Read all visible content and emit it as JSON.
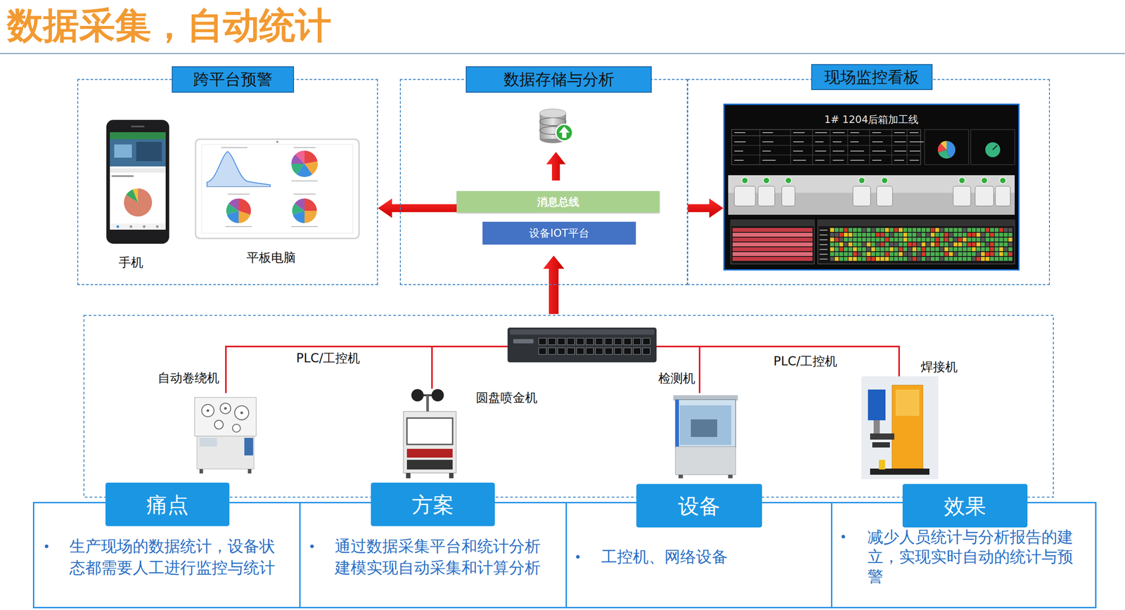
{
  "diagram": {
    "title": "数据采集，自动统计",
    "nodes": [
      {
        "text": [
          "跨平台预警"
        ]
      },
      {
        "text": [
          "手机"
        ],
        "in": 0
      },
      {
        "text": [
          "平板电脑"
        ],
        "in": 0
      },
      {
        "text": [
          "数据存储与分析"
        ]
      },
      {
        "text": [
          "消息总线"
        ],
        "in": 3
      },
      {
        "text": [
          "设备IOT平台"
        ],
        "in": 3
      },
      {
        "text": [
          "现场监控看板"
        ]
      },
      {
        "text": [
          "1# 1204后箱加工线"
        ],
        "in": 6
      },
      {
        "text": [
          "自动卷绕机"
        ]
      },
      {
        "text": [
          "圆盘喷金机"
        ]
      },
      {
        "text": [
          "检测机"
        ]
      },
      {
        "text": [
          "焊接机"
        ]
      },
      {
        "text": [
          "痛点",
          "生产现场的数据统计，设备状态都需要人工进行监控与统计"
        ]
      },
      {
        "text": [
          "方案",
          "通过数据采集平台和统计分析建模实现自动采集和计算分析"
        ]
      },
      {
        "text": [
          "设备",
          "工控机、网络设备"
        ]
      },
      {
        "text": [
          "效果",
          "减少人员统计与分析报告的建立，实现实时自动的统计与预警"
        ]
      }
    ],
    "edges": [
      {
        "from": 4,
        "to": 0,
        "arrow": "to"
      },
      {
        "from": 3,
        "to": 7,
        "arrow": "to"
      }
    ],
    "labels": [
      "PLC/工控机",
      "PLC/工控机"
    ]
  }
}
